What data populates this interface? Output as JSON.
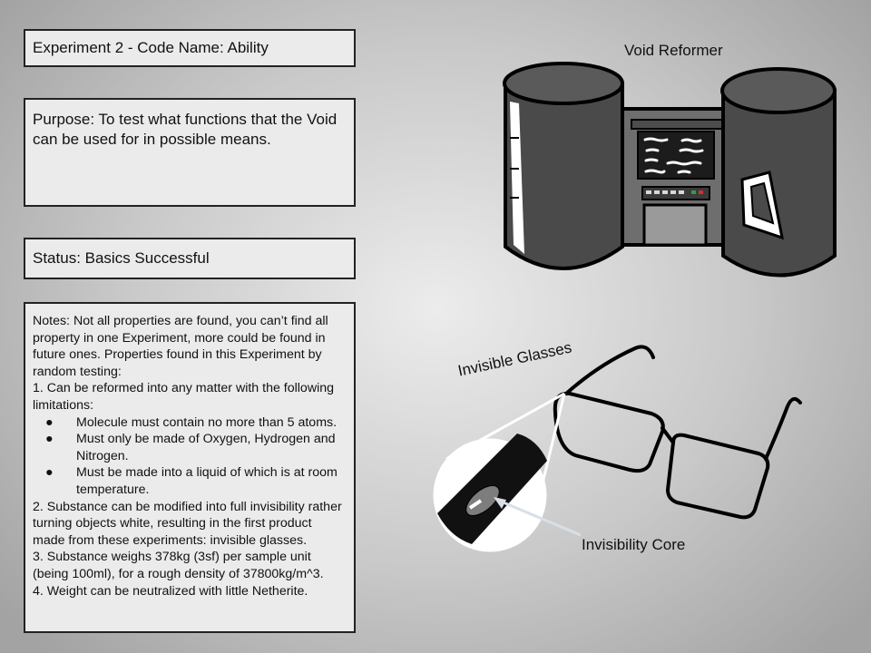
{
  "title": "Experiment 2 - Code Name: Ability",
  "purpose": "Purpose: To test what functions that the Void can be used for in possible means.",
  "status": "Status: Basics Successful",
  "notes": {
    "intro": "Notes: Not all properties are found, you can’t find all property in one Experiment, more could be found in future ones. Properties found in this Experiment by random testing:",
    "point1": "1. Can be reformed into any matter with the following limitations:",
    "bullets": [
      "Molecule must contain no more than 5 atoms.",
      "Must only be made of Oxygen, Hydrogen and Nitrogen.",
      "Must be made into a liquid of which is at room temperature."
    ],
    "point2": "2. Substance can be modified into full invisibility rather turning objects white, resulting in the first product made from these experiments: invisible glasses.",
    "point3": "3. Substance weighs 378kg (3sf) per sample unit (being 100ml), for a rough density of 37800kg/m^3.",
    "point4": "4. Weight can be neutralized with little Netherite."
  },
  "labels": {
    "void_reformer": "Void Reformer",
    "invisible_glasses": "Invisible Glasses",
    "invisibility_core": "Invisibility Core"
  },
  "colors": {
    "tank_dark": "#4a4a4a",
    "machine_mid": "#6e6e6e",
    "screen_dark": "#1c1c1c",
    "lens_black": "#111111",
    "core_gray": "#7d7d7d",
    "arrow": "#d8dfe6"
  }
}
